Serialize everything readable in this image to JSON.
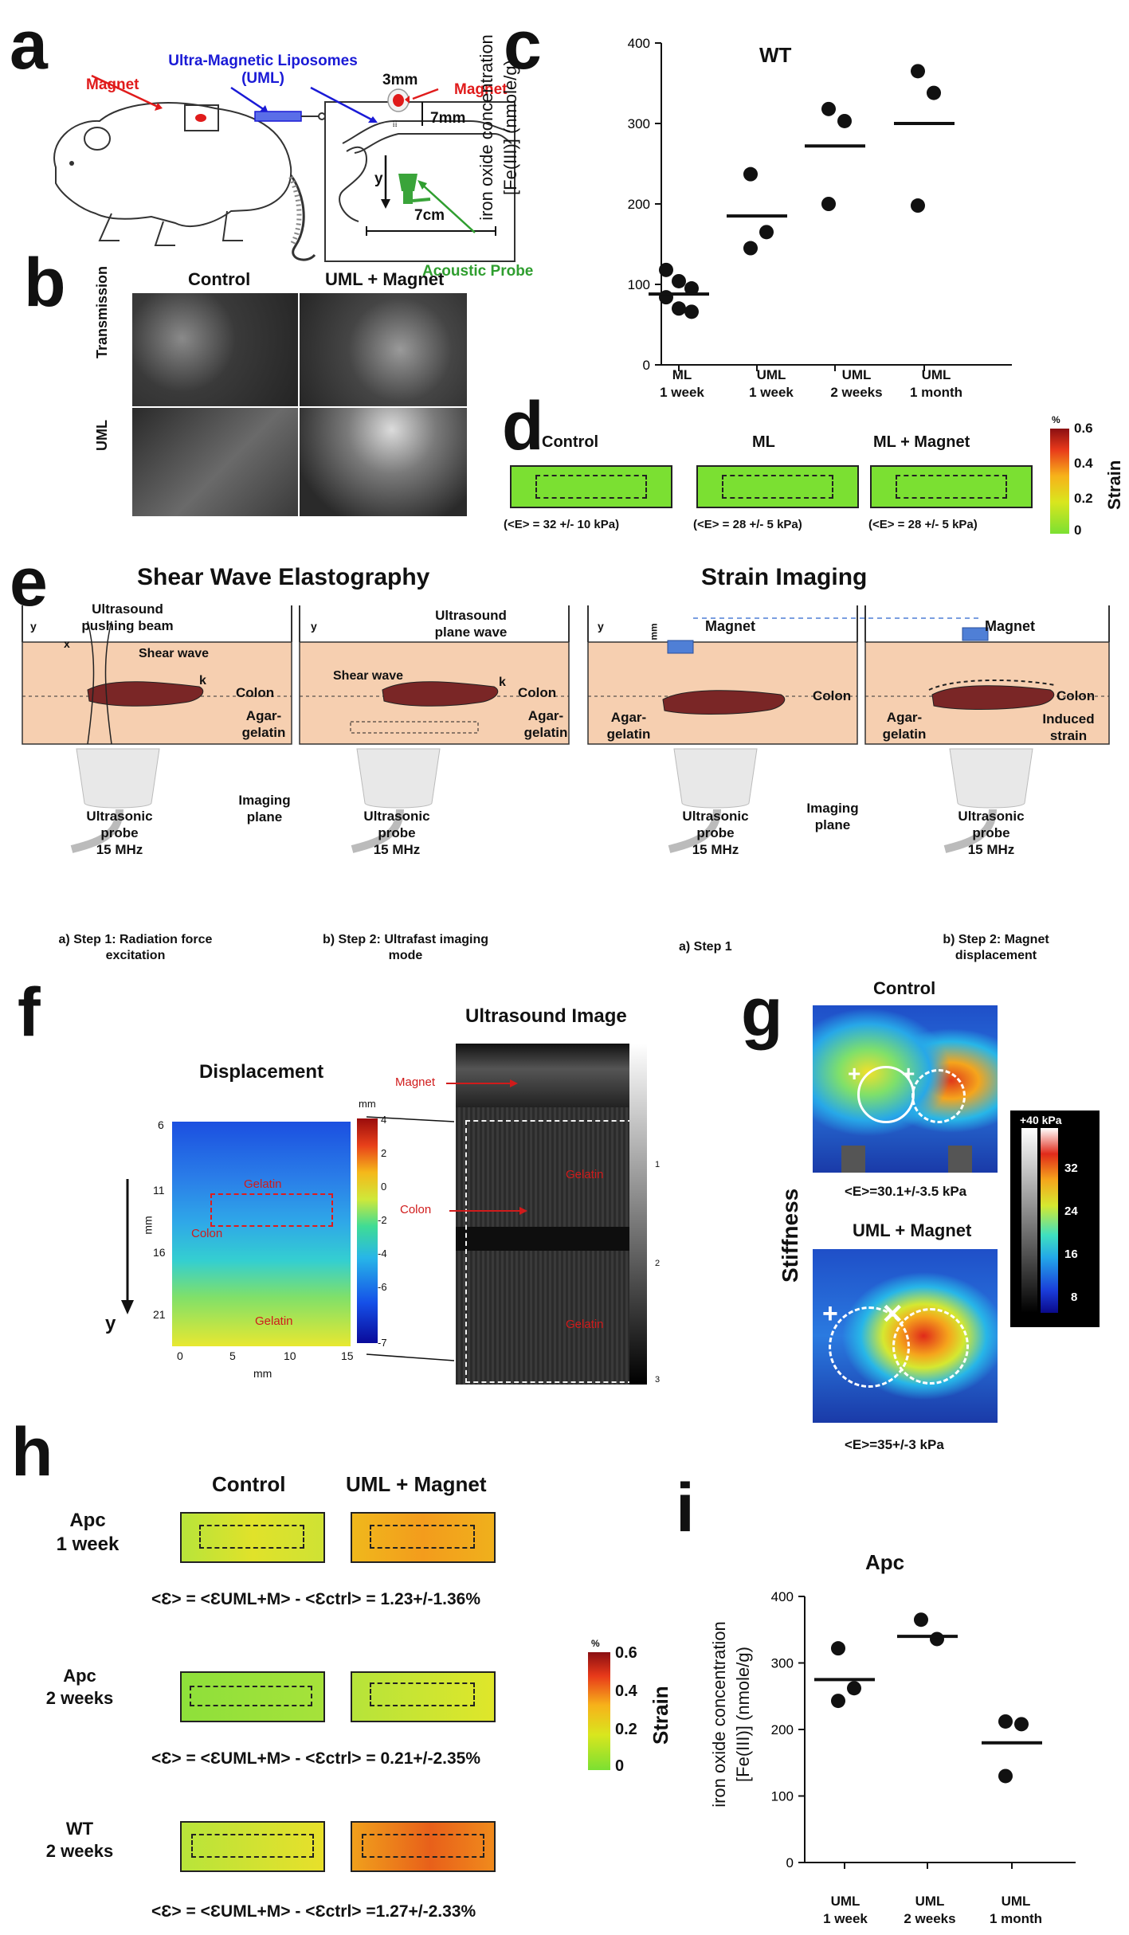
{
  "panels": {
    "a": "a",
    "b": "b",
    "c": "c",
    "d": "d",
    "e": "e",
    "f": "f",
    "g": "g",
    "h": "h",
    "i": "i"
  },
  "panel_a": {
    "uml_title_line1": "Ultra-Magnetic Liposomes",
    "uml_title_line2": "(UML)",
    "magnet_left": "Magnet",
    "magnet_right": "Magnet",
    "dim_3mm": "3mm",
    "dim_7mm": "7mm",
    "dim_7cm": "7cm",
    "axis_y": "y",
    "acoustic_probe": "Acoustic Probe",
    "colors": {
      "uml": "#1a1ad6",
      "magnet": "#e01b1b",
      "probe": "#2f9e2f"
    }
  },
  "panel_b": {
    "col_control": "Control",
    "col_uml_magnet": "UML + Magnet",
    "row_transmission": "Transmission",
    "row_uml": "UML"
  },
  "panel_c": {
    "title": "WT",
    "ylabel_line1": "iron oxide concentration",
    "ylabel_line2": "[Fe(III)] (nmole/g)",
    "yticks": [
      "400",
      "300",
      "200",
      "100",
      "0"
    ],
    "xticks": [
      [
        "ML",
        "1 week"
      ],
      [
        "UML",
        "1 week"
      ],
      [
        "UML",
        "2 weeks"
      ],
      [
        "UML",
        "1 month"
      ]
    ]
  },
  "panel_d": {
    "labels": [
      "Control",
      "ML",
      "ML + Magnet"
    ],
    "values": [
      "(<E> = 32 +/- 10 kPa)",
      "(<E> = 28 +/- 5 kPa)",
      "(<E> = 28 +/- 5 kPa)"
    ],
    "colorbar_unit": "%",
    "colorbar_ticks": [
      "0.6",
      "0.4",
      "0.2",
      "0"
    ],
    "colorbar_label": "Strain"
  },
  "panel_e": {
    "title_left": "Shear Wave Elastography",
    "title_right": "Strain Imaging",
    "push_beam": "Ultrasound\npushing beam",
    "shear_wave": "Shear wave",
    "shear_wave2": "Shear wave",
    "plane_wave": "Ultrasound\nplane wave",
    "k": "k",
    "colon": "Colon",
    "agar": "Agar-\ngelatin",
    "imaging_plane": "Imaging\nplane",
    "probe": "Ultrasonic\nprobe\n15 MHz",
    "magnet": "Magnet",
    "induced_strain": "Induced\nstrain",
    "axis_x": "x",
    "axis_y": "y",
    "mm": "mm",
    "caption_a_left": "a) Step 1: Radiation force\nexcitation",
    "caption_b_left": "b) Step 2: Ultrafast imaging\nmode",
    "caption_a_right": "a) Step 1",
    "caption_b_right": "b) Step 2: Magnet\ndisplacement"
  },
  "panel_f": {
    "title_disp": "Displacement",
    "title_us": "Ultrasound Image",
    "colorbar_unit": "mm",
    "colorbar_ticks": [
      "4",
      "2",
      "0",
      "-2",
      "-4",
      "-6",
      "-7"
    ],
    "y_ticks": [
      "6",
      "11",
      "16",
      "21"
    ],
    "x_ticks": [
      "0",
      "5",
      "10",
      "15"
    ],
    "ylabel": "mm",
    "xlabel": "mm",
    "axis_y": "y",
    "gelatin": "Gelatin",
    "colon": "Colon",
    "magnet": "Magnet",
    "us_ticks": [
      "1",
      "2",
      "3"
    ]
  },
  "panel_g": {
    "title_control": "Control",
    "title_uml": "UML + Magnet",
    "ylabel": "Stiffness",
    "value_control": "<E>=30.1+/-3.5 kPa",
    "value_uml": "<E>=35+/-3 kPa",
    "colorbar_ticks": [
      "+40 kPa",
      "32",
      "24",
      "16",
      "8"
    ]
  },
  "panel_h": {
    "col_control": "Control",
    "col_uml_magnet": "UML + Magnet",
    "rows": [
      {
        "label": "Apc\n1 week",
        "eq": "<Ɛ> = <ƐUML+M> - <Ɛctrl> = 1.23+/-1.36%"
      },
      {
        "label": "Apc\n2 weeks",
        "eq": "<Ɛ> = <ƐUML+M> - <Ɛctrl> = 0.21+/-2.35%"
      },
      {
        "label": "WT\n2 weeks",
        "eq": "<Ɛ> = <ƐUML+M> - <Ɛctrl> =1.27+/-2.33%"
      }
    ],
    "colorbar_unit": "%",
    "colorbar_ticks": [
      "0.6",
      "0.4",
      "0.2",
      "0"
    ],
    "colorbar_label": "Strain"
  },
  "panel_i": {
    "title": "Apc",
    "ylabel_line1": "iron oxide concentration",
    "ylabel_line2": "[Fe(III)] (nmole/g)",
    "yticks": [
      "400",
      "300",
      "200",
      "100",
      "0"
    ],
    "xticks": [
      [
        "UML",
        "1 week"
      ],
      [
        "UML",
        "2 weeks"
      ],
      [
        "UML",
        "1 month"
      ]
    ]
  },
  "chart_data": [
    {
      "type": "scatter",
      "title": "WT",
      "ylabel": "iron oxide concentration [Fe(III)] (nmole/g)",
      "categories": [
        "ML 1 week",
        "UML 1 week",
        "UML 2 weeks",
        "UML 1 month"
      ],
      "ylim": [
        0,
        400
      ],
      "points": [
        [
          [
            0,
            118
          ],
          [
            0,
            104
          ],
          [
            0,
            95
          ],
          [
            0,
            84
          ],
          [
            0,
            70
          ],
          [
            0,
            66
          ]
        ],
        [
          [
            1,
            237
          ],
          [
            1,
            165
          ],
          [
            1,
            145
          ]
        ],
        [
          [
            2,
            318
          ],
          [
            2,
            303
          ],
          [
            2,
            200
          ]
        ],
        [
          [
            3,
            365
          ],
          [
            3,
            338
          ],
          [
            3,
            198
          ]
        ]
      ],
      "means": [
        88,
        185,
        272,
        300
      ]
    },
    {
      "type": "scatter",
      "title": "Apc",
      "ylabel": "iron oxide concentration [Fe(III)] (nmole/g)",
      "categories": [
        "UML 1 week",
        "UML 2 weeks",
        "UML 1 month"
      ],
      "ylim": [
        0,
        400
      ],
      "points": [
        [
          [
            0,
            322
          ],
          [
            0,
            262
          ],
          [
            0,
            243
          ]
        ],
        [
          [
            1,
            365
          ],
          [
            1,
            336
          ]
        ],
        [
          [
            2,
            212
          ],
          [
            2,
            208
          ],
          [
            2,
            130
          ]
        ]
      ],
      "means": [
        275,
        340,
        180
      ]
    }
  ]
}
